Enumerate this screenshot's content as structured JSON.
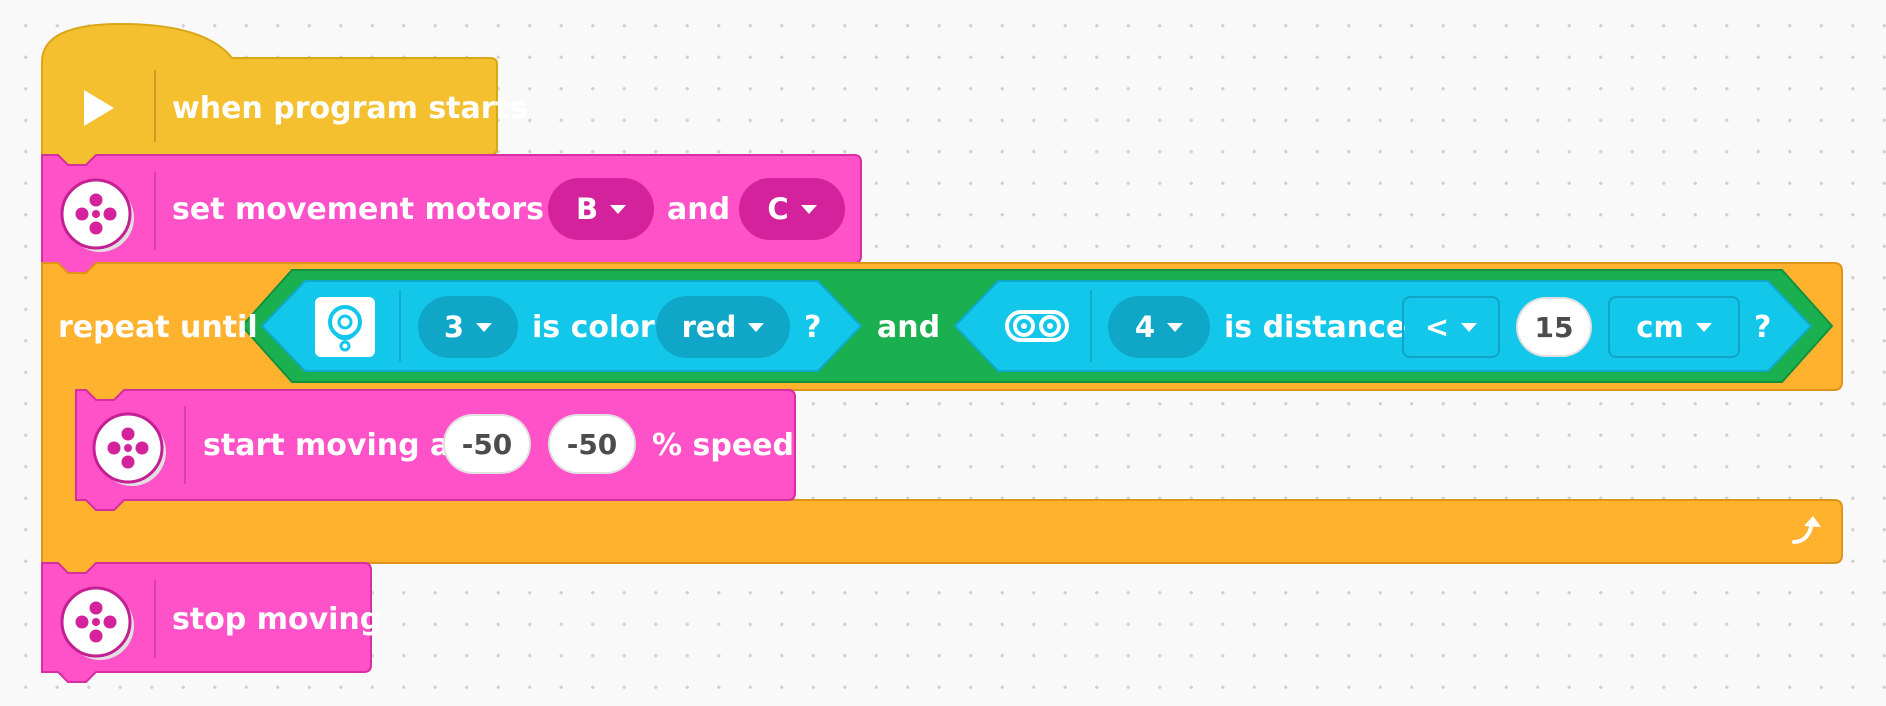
{
  "colors": {
    "event": "#f5c02f",
    "motor": "#ff52c8",
    "control": "#ffb22d",
    "sensor": "#12c7ea",
    "operator": "#1bb04f"
  },
  "hat_block": {
    "icon": "play-icon",
    "label": "when program starts"
  },
  "set_motors_block": {
    "icon": "motor-wheels-icon",
    "label": "set movement motors to",
    "motor1": "B",
    "and_label": "and",
    "motor2": "C"
  },
  "repeat_block": {
    "label": "repeat until",
    "and_label": "and",
    "loop_icon": "loop-arrow-icon",
    "color_sensor": {
      "icon": "color-sensor-icon",
      "port": "3",
      "is_label": "is color",
      "color": "red",
      "question": "?"
    },
    "distance_sensor": {
      "icon": "distance-sensor-icon",
      "port": "4",
      "is_label": "is distance",
      "comparison": "<",
      "value": "15",
      "unit": "cm",
      "question": "?"
    }
  },
  "start_moving_block": {
    "icon": "motor-wheels-icon",
    "label_prefix": "start moving at",
    "speed_left": "-50",
    "speed_right": "-50",
    "label_suffix": "% speed"
  },
  "stop_block": {
    "icon": "motor-wheels-icon",
    "label": "stop moving"
  }
}
